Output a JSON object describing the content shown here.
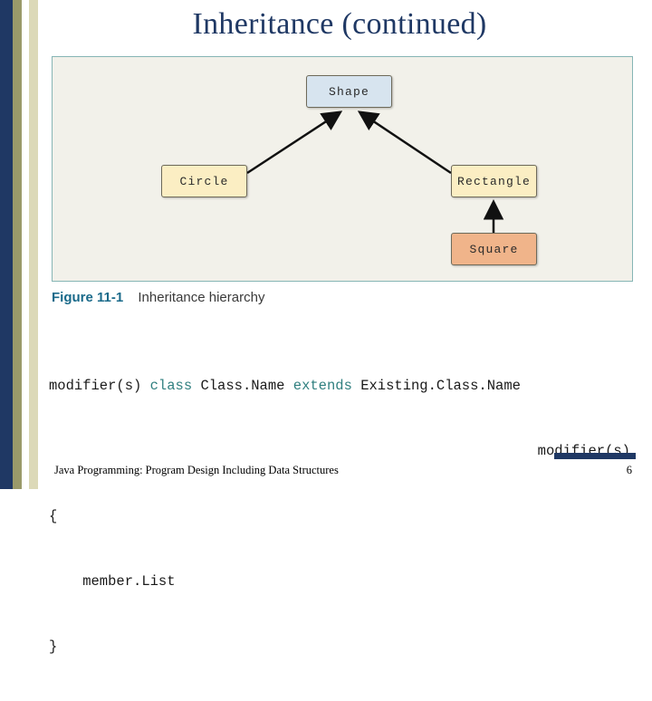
{
  "slide": {
    "title": "Inheritance (continued)",
    "figure": {
      "nodes": [
        {
          "id": "shape",
          "label": "Shape"
        },
        {
          "id": "circle",
          "label": "Circle"
        },
        {
          "id": "rectangle",
          "label": "Rectangle"
        },
        {
          "id": "square",
          "label": "Square"
        }
      ],
      "caption_label": "Figure 11-1",
      "caption_text": "Inheritance hierarchy"
    },
    "code": {
      "line1_a": "modifier(s) ",
      "line1_kw1": "class",
      "line1_b": " Class.Name ",
      "line1_kw2": "extends",
      "line1_c": " Existing.Class.Name",
      "line2": "modifier(s)",
      "line3": "{",
      "line4": "    member.List",
      "line5": "}"
    },
    "footer": {
      "text": "Java Programming: Program Design Including Data Structures",
      "page": "6"
    }
  }
}
